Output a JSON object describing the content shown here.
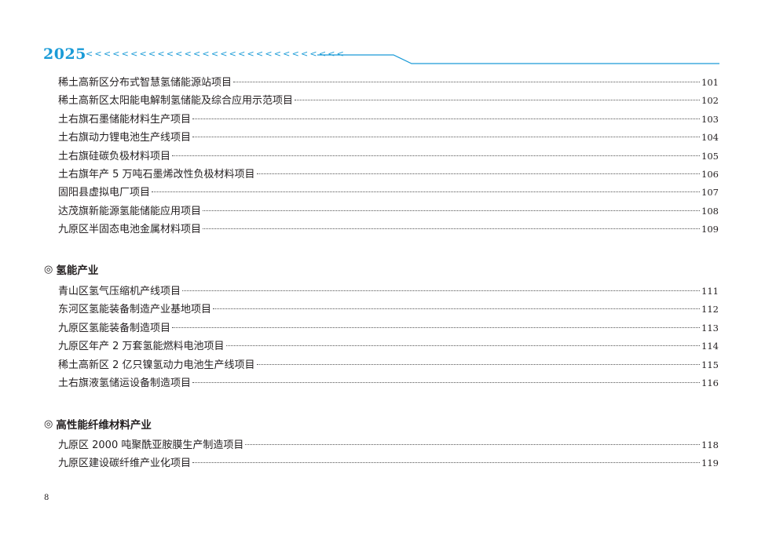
{
  "header": {
    "year": "2025",
    "chevrons": "<<<<<<<<<<<<<<<<<<<<<<<<<<<<<",
    "accent_color": "#1a9bd7"
  },
  "group1": [
    {
      "title": "稀土高新区分布式智慧氢储能源站项目",
      "page": "101"
    },
    {
      "title": "稀土高新区太阳能电解制氢储能及综合应用示范项目",
      "page": "102"
    },
    {
      "title": "土右旗石墨储能材料生产项目",
      "page": "103"
    },
    {
      "title": "土右旗动力锂电池生产线项目",
      "page": "104"
    },
    {
      "title": "土右旗硅碳负极材料项目",
      "page": "105"
    },
    {
      "title": "土右旗年产 5 万吨石墨烯改性负极材料项目",
      "page": "106"
    },
    {
      "title": "固阳县虚拟电厂项目",
      "page": "107"
    },
    {
      "title": "达茂旗新能源氢能储能应用项目",
      "page": "108"
    },
    {
      "title": "九原区半固态电池金属材料项目",
      "page": "109"
    }
  ],
  "section2": {
    "mark": "◎",
    "heading": "氢能产业",
    "items": [
      {
        "title": "青山区氢气压缩机产线项目",
        "page": "111"
      },
      {
        "title": "东河区氢能装备制造产业基地项目",
        "page": "112"
      },
      {
        "title": "九原区氢能装备制造项目",
        "page": "113"
      },
      {
        "title": "九原区年产 2 万套氢能燃料电池项目",
        "page": "114"
      },
      {
        "title": "稀土高新区 2 亿只镍氢动力电池生产线项目",
        "page": "115"
      },
      {
        "title": "土右旗液氢储运设备制造项目",
        "page": "116"
      }
    ]
  },
  "section3": {
    "mark": "◎",
    "heading": "高性能纤维材料产业",
    "items": [
      {
        "title": "九原区 2000 吨聚酰亚胺膜生产制造项目",
        "page": "118"
      },
      {
        "title": "九原区建设碳纤维产业化项目",
        "page": "119"
      }
    ]
  },
  "footer": {
    "page_number": "8"
  }
}
